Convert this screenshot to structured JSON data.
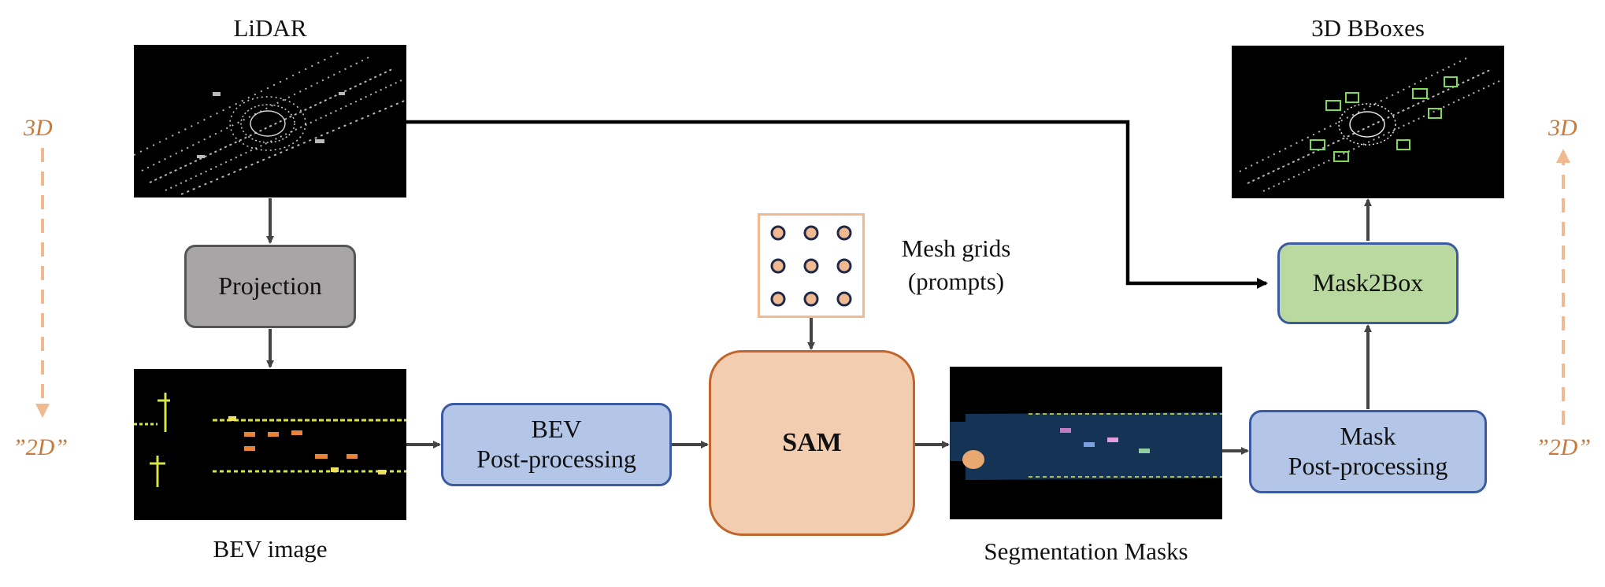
{
  "inputs": {
    "lidar_label": "LiDAR",
    "bev_image_label": "BEV image"
  },
  "outputs": {
    "bboxes_label": "3D BBoxes",
    "seg_masks_label": "Segmentation Masks"
  },
  "blocks": {
    "projection": "Projection",
    "bev_post_line1": "BEV",
    "bev_post_line2": "Post-processing",
    "sam": "SAM",
    "mask_post_line1": "Mask",
    "mask_post_line2": "Post-processing",
    "mask2box": "Mask2Box"
  },
  "prompts": {
    "line1": "Mesh grids",
    "line2": "(prompts)"
  },
  "side_labels": {
    "left_top": "3D",
    "left_bottom": "”2D”",
    "right_top": "3D",
    "right_bottom": "”2D”"
  },
  "colors": {
    "projection_fill": "#a7a5a6",
    "blue_fill": "#b4c6e7",
    "blue_stroke": "#3b5aa0",
    "sam_fill": "#f2cdb0",
    "sam_stroke": "#c0652b",
    "mask2box_fill": "#b9d9a0",
    "accent_orange": "#c87a3c",
    "dashed_orange": "#f0b990"
  }
}
